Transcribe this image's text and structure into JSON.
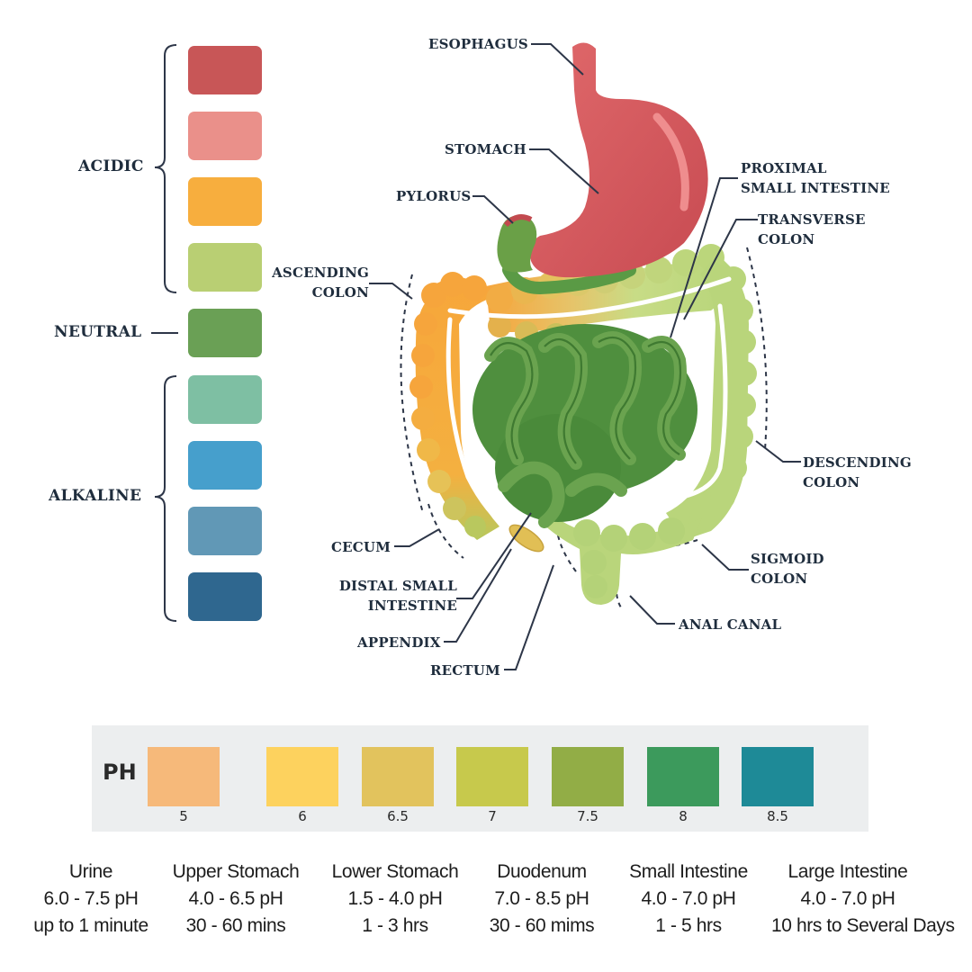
{
  "scale": {
    "acidic_label": "ACIDIC",
    "neutral_label": "NEUTRAL",
    "alkaline_label": "ALKALINE",
    "swatch_colors": [
      "#c85657",
      "#ea908a",
      "#f7ae3e",
      "#b9cf73",
      "#6aa055",
      "#7ebfa3",
      "#469fcc",
      "#6198b6",
      "#2f678f"
    ]
  },
  "labels": {
    "esophagus": "ESOPHAGUS",
    "stomach": "STOMACH",
    "pylorus": "PYLORUS",
    "ascending_colon": [
      "ASCENDING",
      "COLON"
    ],
    "proximal_small_intestine": [
      "PROXIMAL",
      "SMALL INTESTINE"
    ],
    "transverse_colon": [
      "TRANSVERSE",
      "COLON"
    ],
    "descending_colon": [
      "DESCENDING",
      "COLON"
    ],
    "cecum": "CECUM",
    "distal_small_intestine": [
      "DISTAL SMALL",
      "INTESTINE"
    ],
    "appendix": "APPENDIX",
    "rectum": "RECTUM",
    "sigmoid_colon": [
      "SIGMOID",
      "COLON"
    ],
    "anal_canal": "ANAL CANAL"
  },
  "ph_strip": {
    "title": "PH",
    "boxes": [
      {
        "value": "5",
        "color": "#f6b97a"
      },
      {
        "value": "6",
        "color": "#fdd25e"
      },
      {
        "value": "6.5",
        "color": "#e2c35d"
      },
      {
        "value": "7",
        "color": "#c7c94c"
      },
      {
        "value": "7.5",
        "color": "#92ad46"
      },
      {
        "value": "8",
        "color": "#3c9a5c"
      },
      {
        "value": "8.5",
        "color": "#1e8a97"
      }
    ]
  },
  "regions": [
    {
      "name": "Urine",
      "ph": "6.0 - 7.5 pH",
      "time": "up to 1 minute"
    },
    {
      "name": "Upper Stomach",
      "ph": "4.0 - 6.5 pH",
      "time": "30 - 60 mins"
    },
    {
      "name": "Lower Stomach",
      "ph": "1.5 - 4.0 pH",
      "time": "1 - 3 hrs"
    },
    {
      "name": "Duodenum",
      "ph": "7.0 - 8.5 pH",
      "time": "30 - 60 mims"
    },
    {
      "name": "Small Intestine",
      "ph": "4.0 - 7.0 pH",
      "time": "1 - 5 hrs"
    },
    {
      "name": "Large Intestine",
      "ph": "4.0 - 7.0 pH",
      "time": "10 hrs to Several Days"
    }
  ]
}
